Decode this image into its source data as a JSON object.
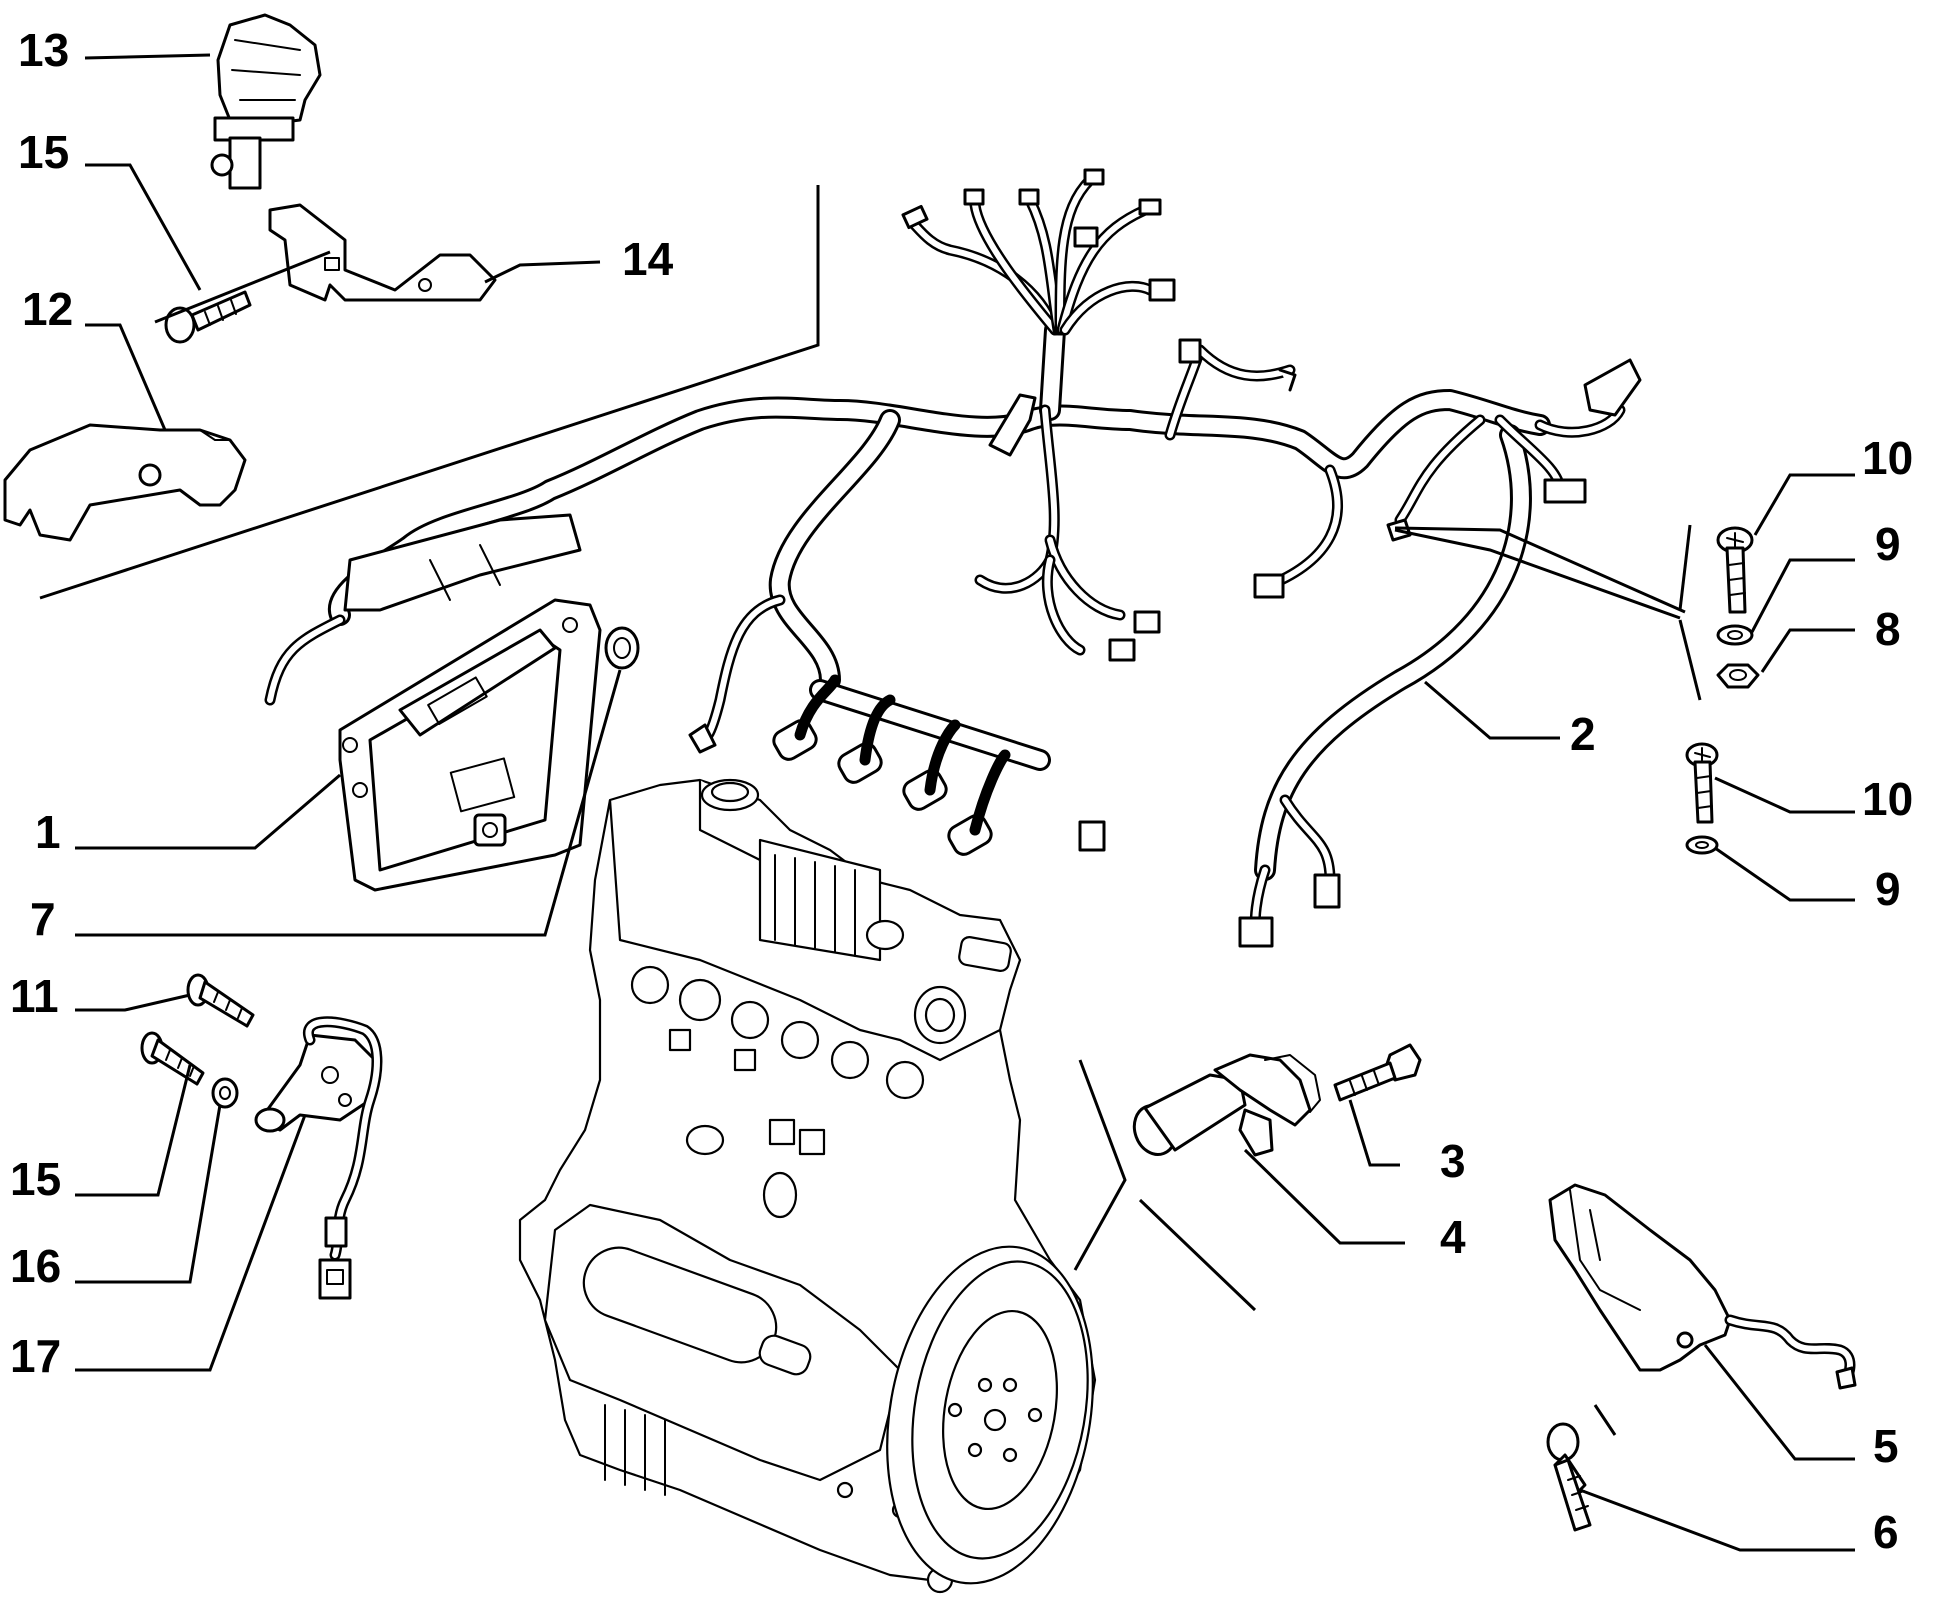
{
  "callouts": {
    "c1": "1",
    "c2": "2",
    "c3": "3",
    "c4": "4",
    "c5": "5",
    "c6": "6",
    "c7": "7",
    "c8": "8",
    "c9a": "9",
    "c9b": "9",
    "c10a": "10",
    "c10b": "10",
    "c11": "11",
    "c12": "12",
    "c13": "13",
    "c14": "14",
    "c15a": "15",
    "c15b": "15",
    "c16": "16",
    "c17": "17"
  }
}
